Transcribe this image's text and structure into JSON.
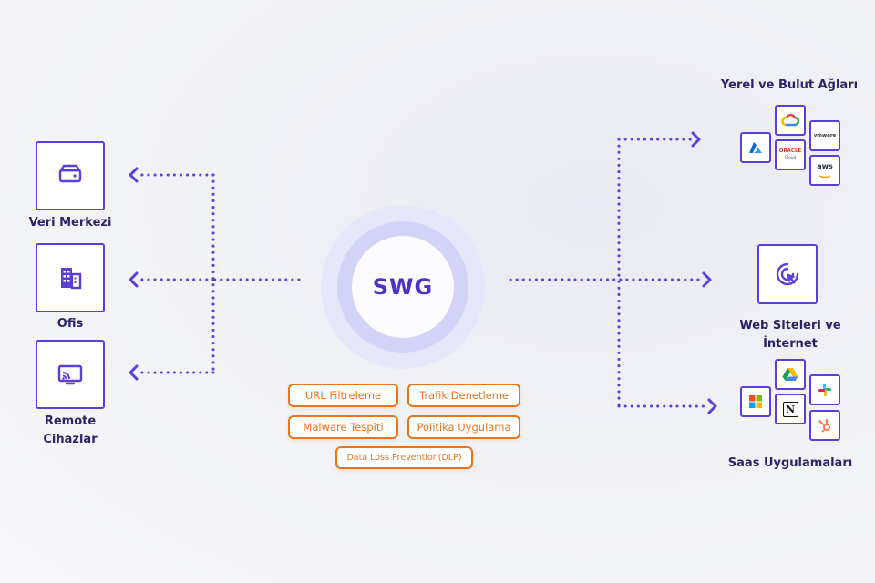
{
  "center": {
    "label": "SWG"
  },
  "left_nodes": [
    {
      "label": "Veri Merkezi",
      "icon": "server-icon"
    },
    {
      "label": "Ofis",
      "icon": "office-building-icon"
    },
    {
      "label_line1": "Remote",
      "label_line2": "Cihazlar",
      "icon": "cast-screen-icon"
    }
  ],
  "right_groups": {
    "networks": {
      "label": "Yerel ve Bulut Ağları",
      "logos": {
        "vmware": "vmware",
        "oracle_line1": "ORACLE",
        "oracle_line2": "Cloud",
        "aws": "aws"
      }
    },
    "web": {
      "label": "Web Siteleri ve İnternet",
      "icon": "cursor-target-icon"
    },
    "saas": {
      "label": "Saas Uygulamaları",
      "logos": {
        "notion": "N"
      }
    }
  },
  "features": [
    "URL Filtreleme",
    "Trafik Denetleme",
    "Malware Tespiti",
    "Politika Uygulama",
    "Data Loss Prevention(DLP)"
  ],
  "colors": {
    "primary": "#5b3fd6",
    "accent": "#e8741e",
    "text": "#2b2366"
  }
}
